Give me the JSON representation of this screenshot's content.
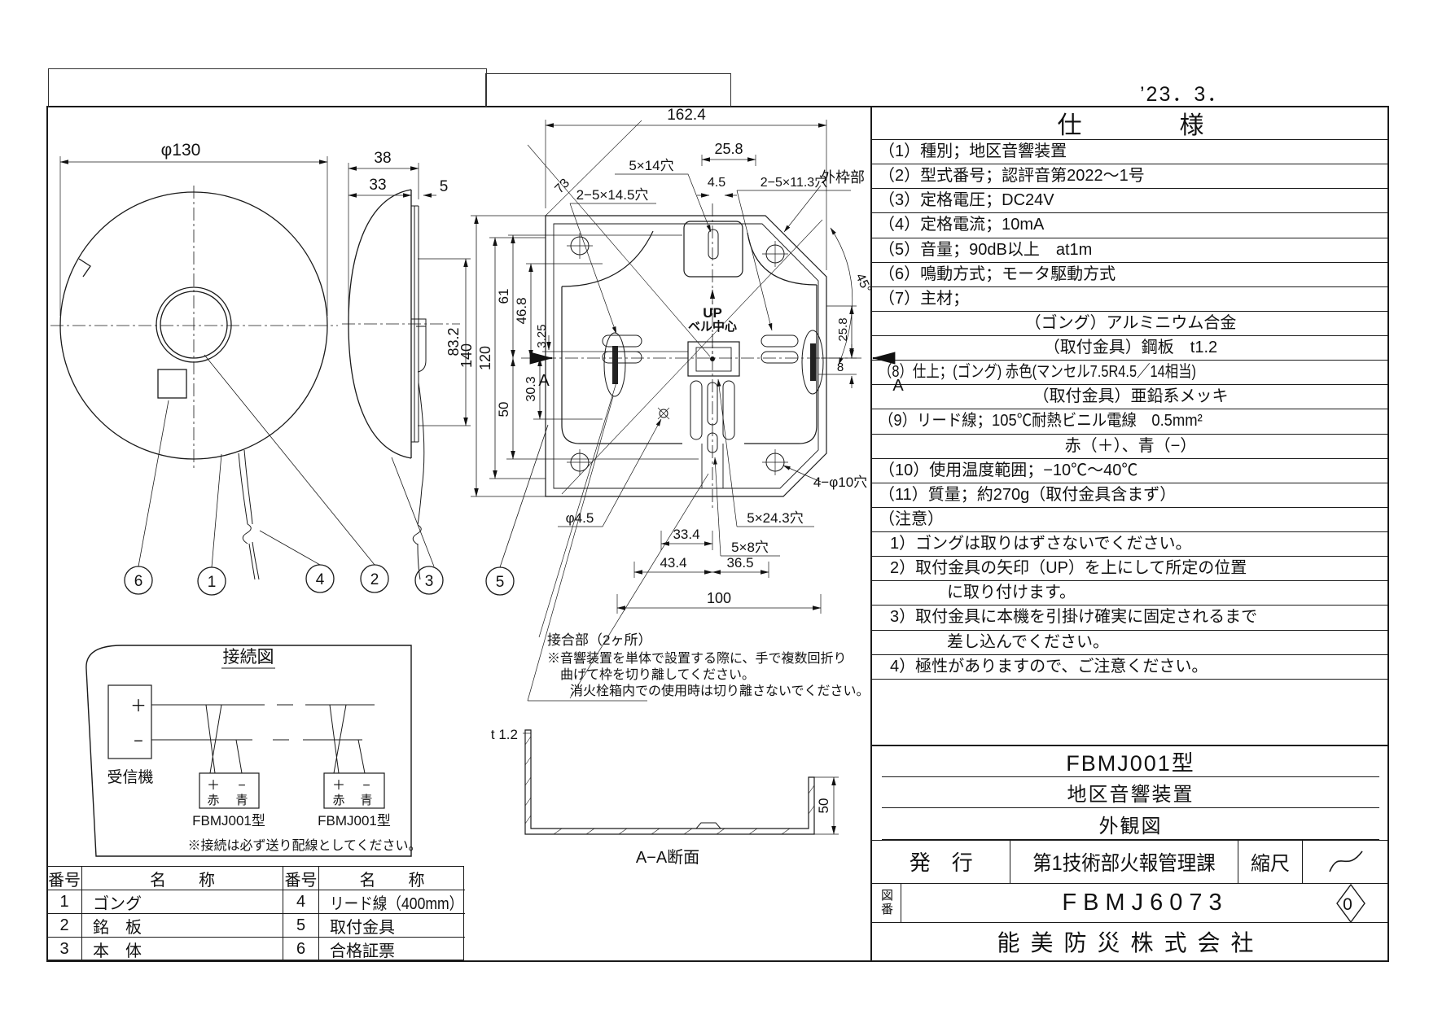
{
  "date": "’23．3．",
  "spec": {
    "title": "仕　　　　様",
    "rows": [
      {
        "text": "（1）種別；地区音響装置"
      },
      {
        "text": "（2）型式番号；認評音第2022〜1号"
      },
      {
        "text": "（3）定格電圧；DC24V"
      },
      {
        "text": "（4）定格電流；10mA"
      },
      {
        "text": "（5）音量；90dB以上　at1m"
      },
      {
        "text": "（6）鳴動方式；モータ駆動方式"
      },
      {
        "text": "（7）主材；"
      },
      {
        "text": "（ゴング）アルミニウム合金"
      },
      {
        "text": "（取付金具）鋼板　t1.2"
      },
      {
        "text": "（8）仕上；(ゴング) 赤色(マンセル7.5R4.5／14相当)"
      },
      {
        "text": "（取付金具）亜鉛系メッキ"
      },
      {
        "text": "（9）リード線；105℃耐熱ビニル電線　0.5mm²"
      },
      {
        "text": "赤（＋）、青（−）"
      },
      {
        "text": "（10）使用温度範囲；−10℃〜40℃"
      },
      {
        "text": "（11）質量；約270g（取付金具含まず）"
      },
      {
        "text": "（注意）"
      },
      {
        "text": "1）ゴングは取りはずさないでください。"
      },
      {
        "text": "2）取付金具の矢印（UP）を上にして所定の位置"
      },
      {
        "text": "に取り付けます。"
      },
      {
        "text": "3）取付金具に本機を引掛け確実に固定されるまで"
      },
      {
        "text": "差し込んでください。"
      },
      {
        "text": "4）極性がありますので、ご注意ください。"
      }
    ]
  },
  "title_block": {
    "model": "FBMJ001型",
    "product": "地区音響装置",
    "doc_type": "外観図",
    "issue_label": "発　行",
    "issue_dept": "第1技術部火報管理課",
    "scale_label": "縮尺",
    "drawing_no_label": "図番",
    "drawing_no": "FBMJ6073",
    "revision": "0",
    "company": "能美防災株式会社"
  },
  "parts_table": {
    "headers": [
      "番号",
      "名　　称",
      "番号",
      "名　　称"
    ],
    "rows": [
      {
        "no1": "1",
        "name1": "ゴング",
        "no2": "4",
        "name2": "リード線（400mm）"
      },
      {
        "no1": "2",
        "name1": "銘　板",
        "no2": "5",
        "name2": "取付金具"
      },
      {
        "no1": "3",
        "name1": "本　体",
        "no2": "6",
        "name2": "合格証票"
      }
    ]
  },
  "connection": {
    "title": "接続図",
    "receiver_label": "受信機",
    "plus": "＋",
    "minus": "−",
    "red": "赤",
    "blue": "青",
    "device1_label": "FBMJ001型",
    "device2_label": "FBMJ001型",
    "note": "※接続は必ず送り配線としてください。"
  },
  "callouts": [
    "1",
    "2",
    "3",
    "4",
    "5",
    "6"
  ],
  "front_view": {
    "dim_diameter": "φ130"
  },
  "side_view": {
    "dim_38": "38",
    "dim_33": "33",
    "dim_5": "5",
    "dim_83_2": "83.2"
  },
  "bracket_view": {
    "dim_162_4": "162.4",
    "dim_25_8_top": "25.8",
    "label_5x14": "5×14穴",
    "dim_4_5": "4.5",
    "label_2_5x11_3": "2−5×11.3穴",
    "label_outer_frame": "外枠部",
    "dim_73": "73",
    "label_2_5x14_5": "2−5×14.5穴",
    "dim_45deg": "45°",
    "dim_140": "140",
    "dim_120": "120",
    "dim_61": "61",
    "dim_46_8": "46.8",
    "dim_3_25": "3.25",
    "dim_30_3": "30.3",
    "dim_50": "50",
    "dim_8": "8",
    "dim_25_8_right": "25.8",
    "up_label": "UP",
    "bell_center_label": "ベル中心",
    "section_marker_left": "A",
    "section_marker_right": "A",
    "dim_phi4_5": "φ4.5",
    "dim_33_4": "33.4",
    "label_5x24_3": "5×24.3穴",
    "label_5x8": "5×8穴",
    "dim_43_4": "43.4",
    "dim_36_5": "36.5",
    "dim_100": "100",
    "label_4_phi10": "4−φ10穴",
    "joint_note_title": "接合部（2ヶ所）",
    "joint_note_line1": "※音響装置を単体で設置する際に、手で複数回折り",
    "joint_note_line2": "曲げて枠を切り離してください。",
    "joint_note_line3": "消火栓箱内での使用時は切り離さないでください。"
  },
  "section_view": {
    "thickness": "t 1.2",
    "dim_50": "50",
    "label": "A−A断面"
  }
}
